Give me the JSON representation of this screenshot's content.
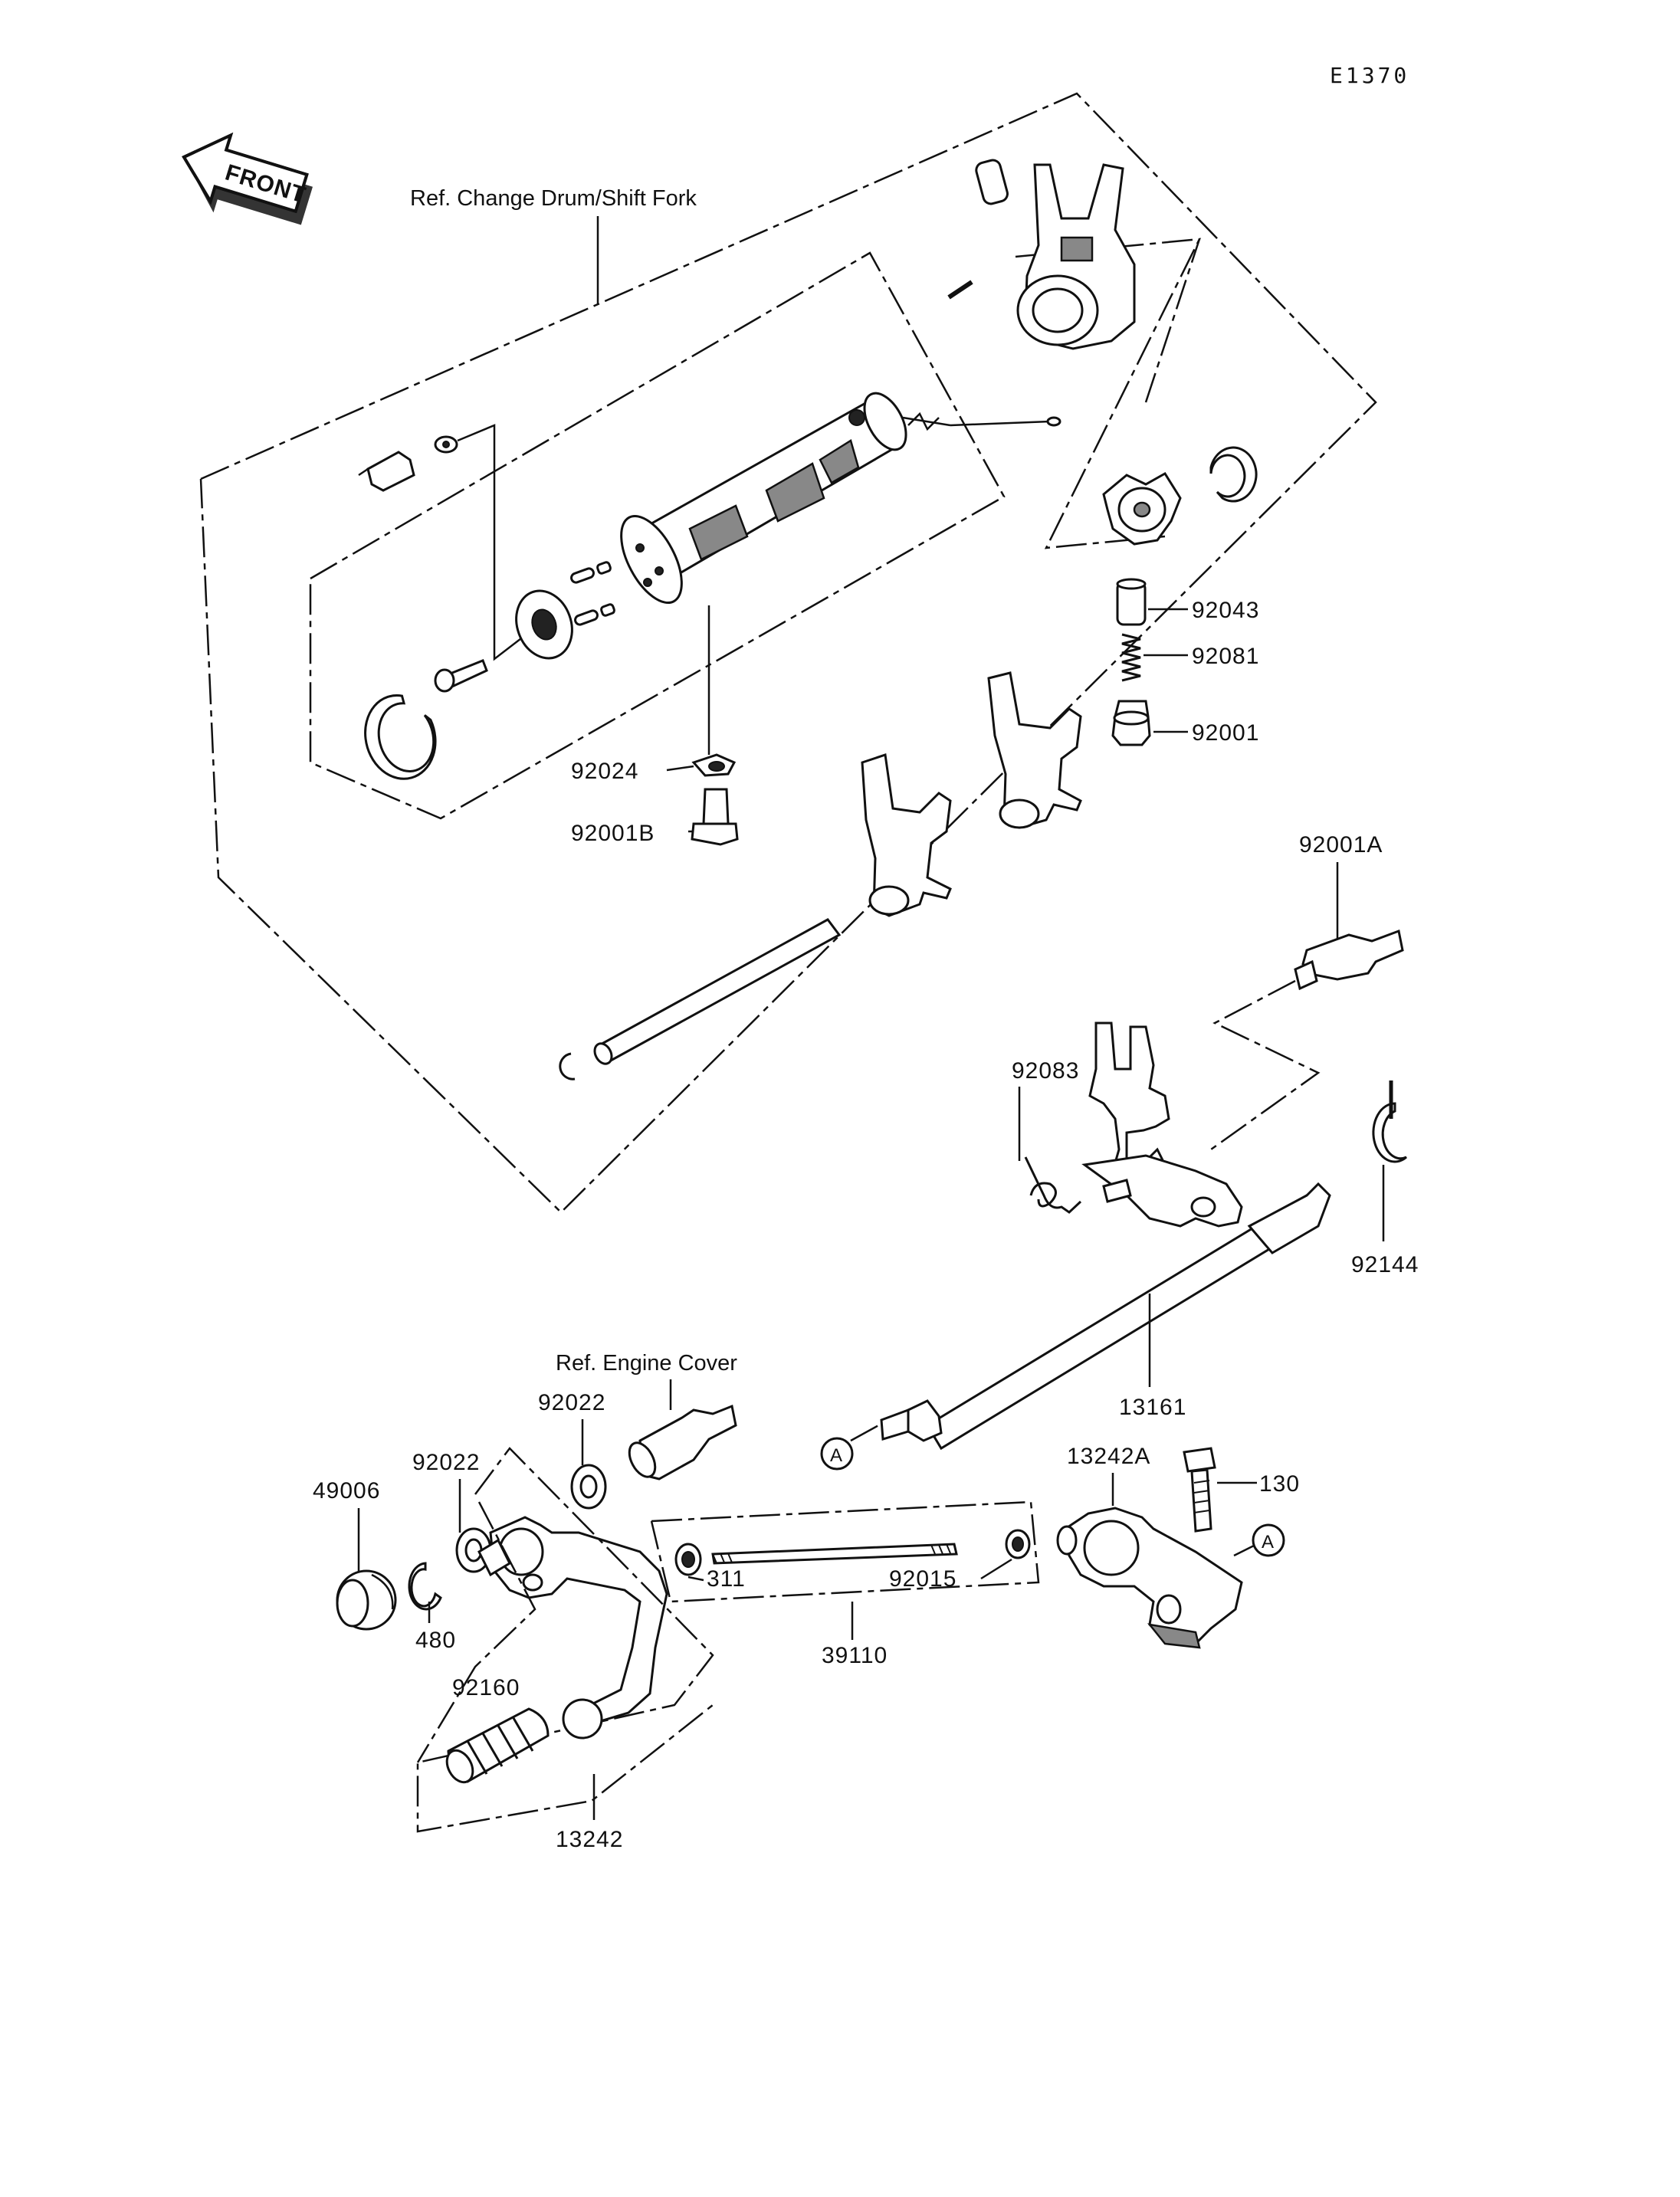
{
  "diagram_code": "E1370",
  "front_label": "FRONT",
  "refs": {
    "change_drum": "Ref. Change Drum/Shift Fork",
    "engine_cover": "Ref.  Engine Cover"
  },
  "circle_marker": "A",
  "parts": {
    "p92043": "92043",
    "p92081": "92081",
    "p92001": "92001",
    "p92024": "92024",
    "p92001B": "92001B",
    "p92001A": "92001A",
    "p92083": "92083",
    "p92144": "92144",
    "p13161": "13161",
    "p92022a": "92022",
    "p92022b": "92022",
    "p13242A": "13242A",
    "p130": "130",
    "p49006": "49006",
    "p311": "311",
    "p92015": "92015",
    "p480": "480",
    "p39110": "39110",
    "p92160": "92160",
    "p13242": "13242"
  }
}
